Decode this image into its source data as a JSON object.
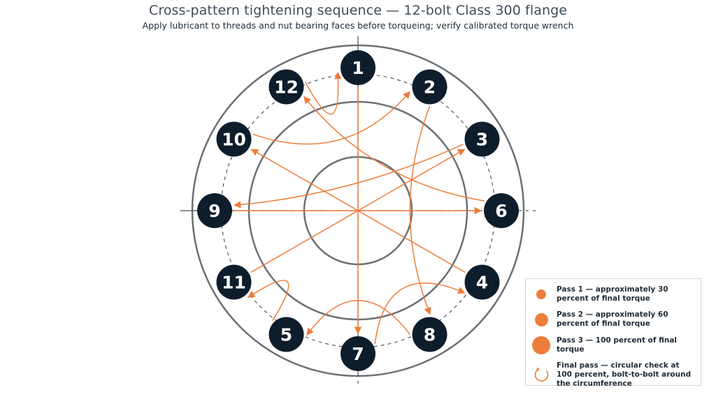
{
  "header": {
    "title": "Cross-pattern tightening sequence — 12-bolt Class 300 flange",
    "subtitle": "Apply lubricant to threads and nut bearing faces before torqueing; verify calibrated torque wrench"
  },
  "bolts": [
    "1",
    "2",
    "3",
    "6",
    "4",
    "8",
    "7",
    "5",
    "11",
    "9",
    "10",
    "12"
  ],
  "sequence": [
    "1",
    "7",
    "4",
    "10",
    "2",
    "8",
    "5",
    "11",
    "3",
    "9",
    "6",
    "12"
  ],
  "colors": {
    "bolt_fill": "#0e1d2b",
    "bolt_text": "#ffffff",
    "arrow": "#ec7d3a",
    "ring": "#6b7075",
    "centerline": "#4a4f55"
  },
  "legend": {
    "items": [
      {
        "icon": "pass-1-dot",
        "label": "Pass 1 — approximately 30 percent of final torque"
      },
      {
        "icon": "pass-2-dot",
        "label": "Pass 2 — approximately 60 percent of final torque"
      },
      {
        "icon": "pass-3-dot",
        "label": "Pass 3 — 100 percent of final torque"
      },
      {
        "icon": "circular-arrow-icon",
        "label": "Final pass — circular check at 100 percent, bolt-to-bolt around the circumference"
      }
    ]
  }
}
